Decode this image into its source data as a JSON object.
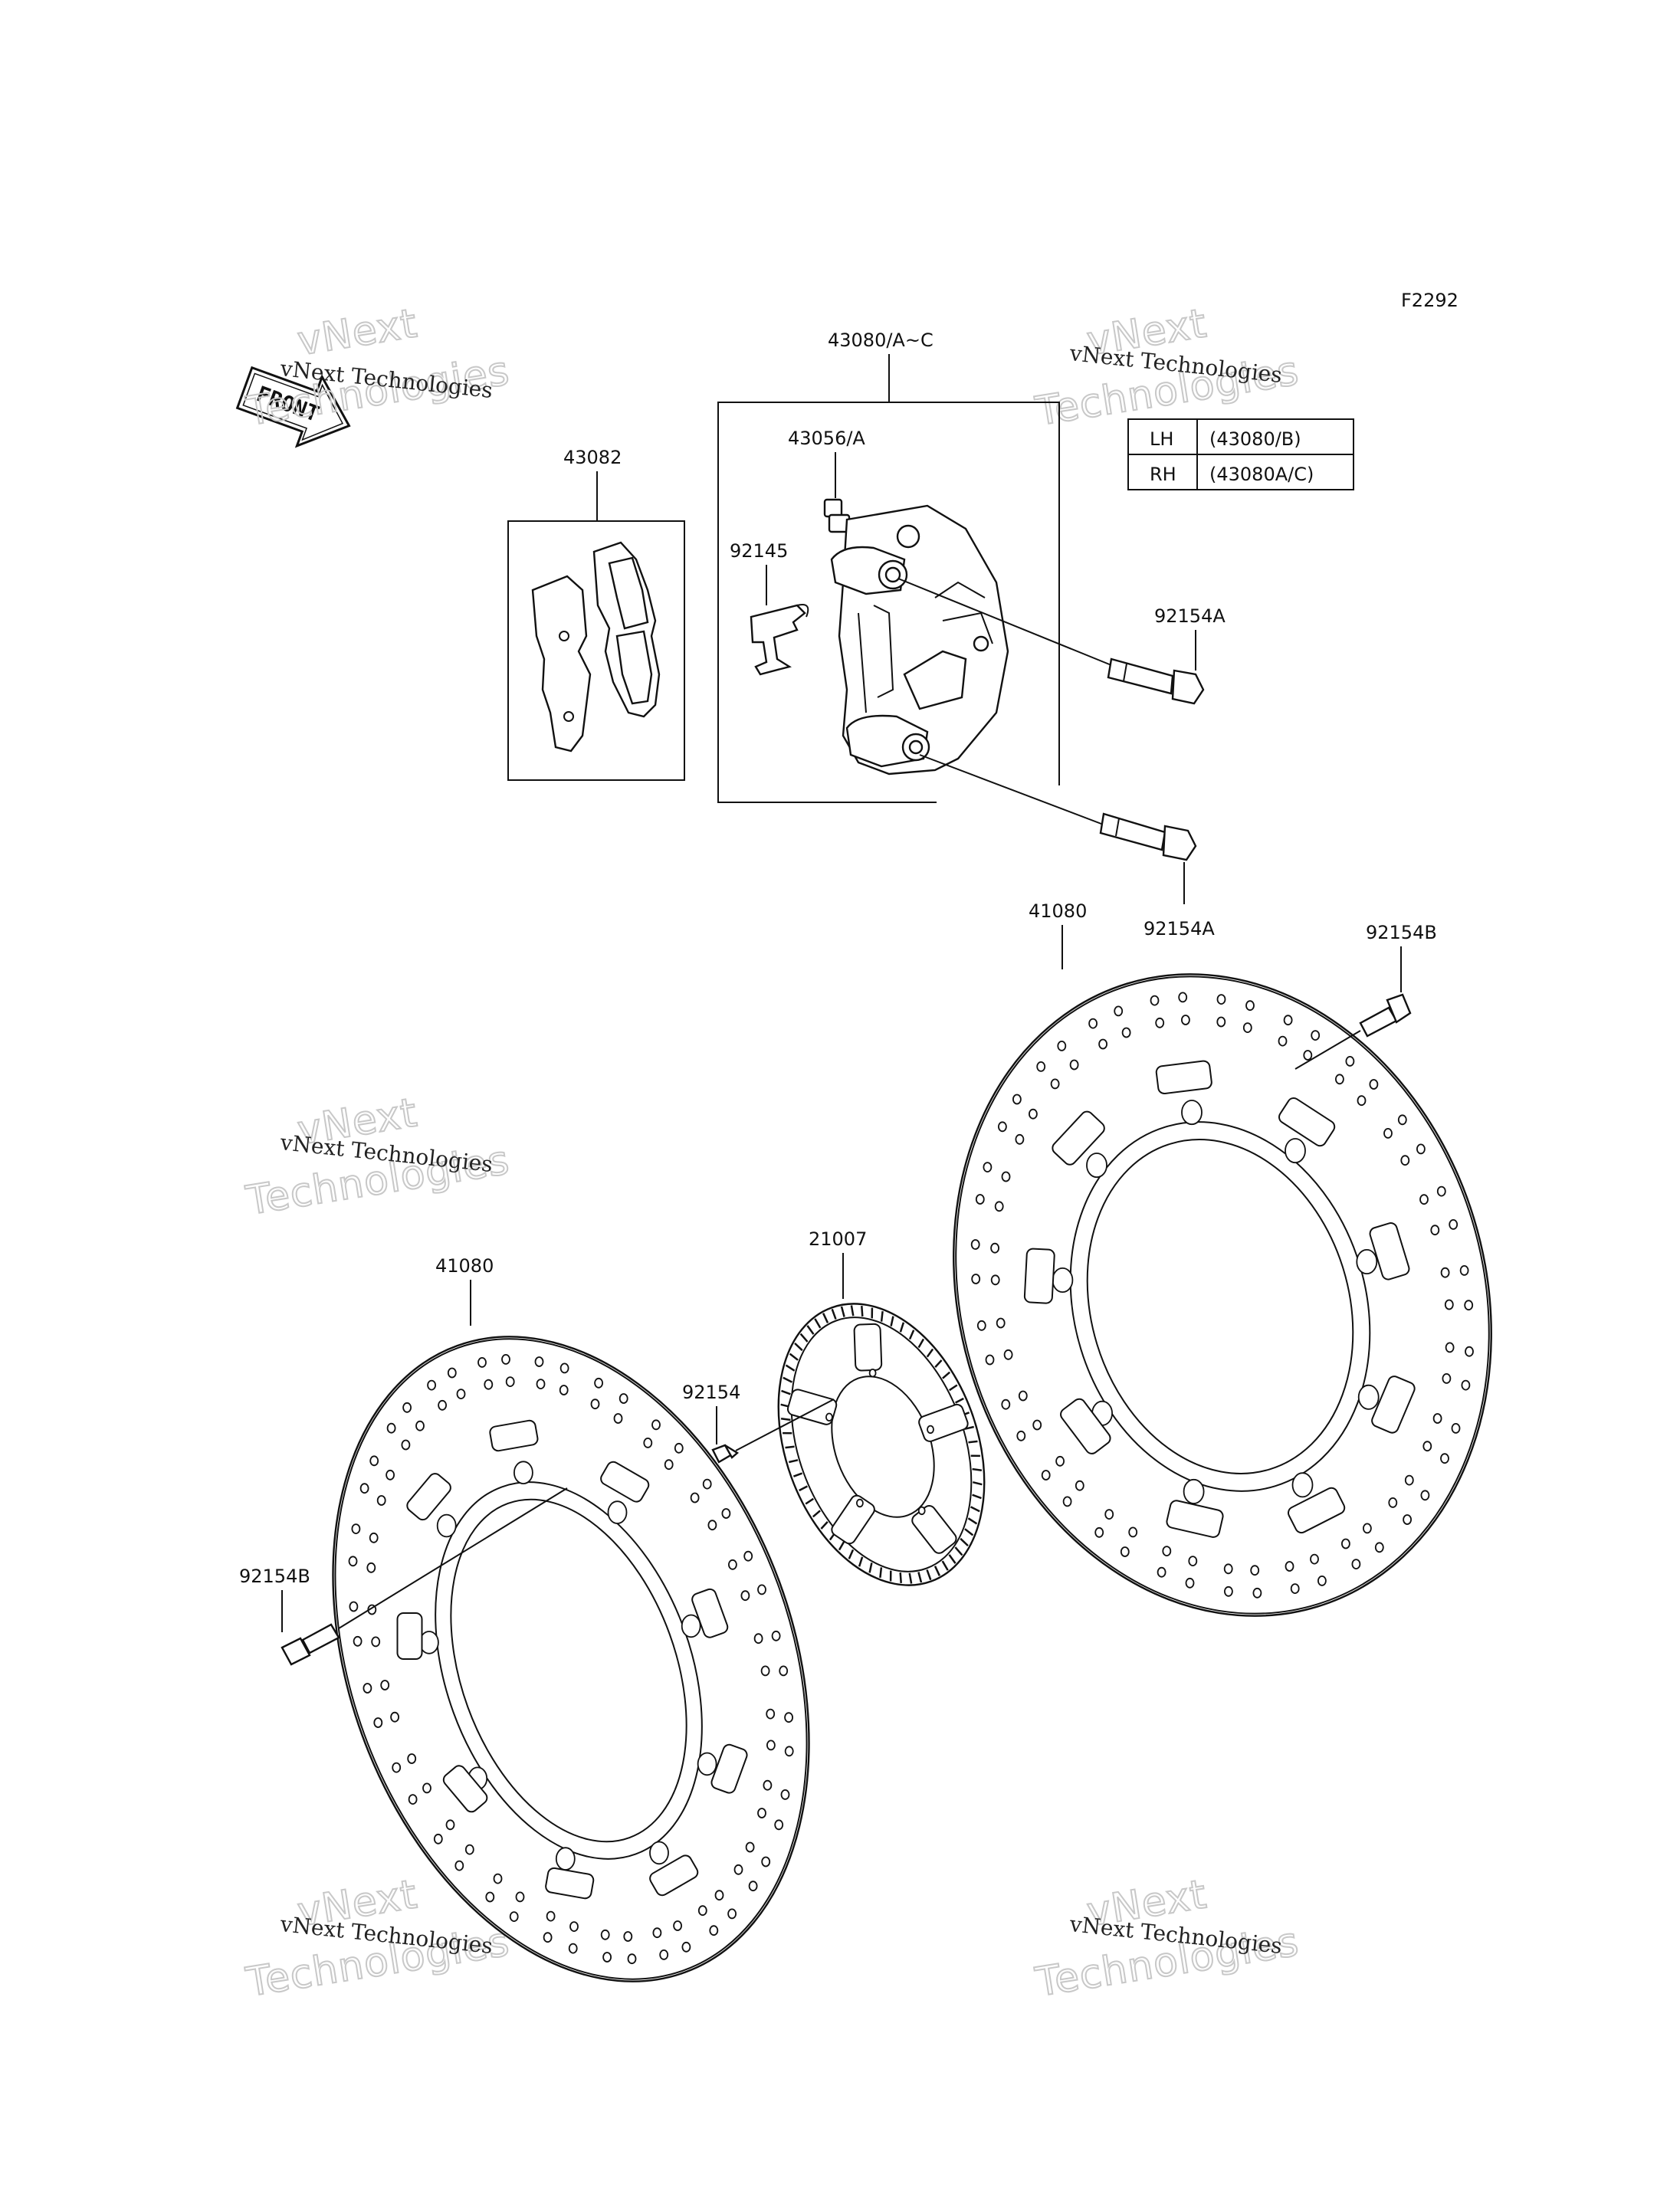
{
  "figure_code": "F2292",
  "front_arrow": "FRONT",
  "watermark": {
    "small": "vNext Technologies",
    "big_line1": "vNext",
    "big_line2": "Technologies"
  },
  "parts": {
    "caliper_assy": "43080/A~C",
    "pad_set": "43082",
    "bleeder": "43056/A",
    "pad_spring": "92145",
    "caliper_bolt_upper": "92154A",
    "caliper_bolt_lower": "92154A",
    "disc_right": "41080",
    "disc_left": "41080",
    "disc_bolt_right": "92154B",
    "disc_bolt_left": "92154B",
    "sensor_rotor": "21007",
    "sensor_rotor_bolt": "92154"
  },
  "variant_table": [
    {
      "side": "LH",
      "part": "(43080/B)"
    },
    {
      "side": "RH",
      "part": "(43080A/C)"
    }
  ]
}
